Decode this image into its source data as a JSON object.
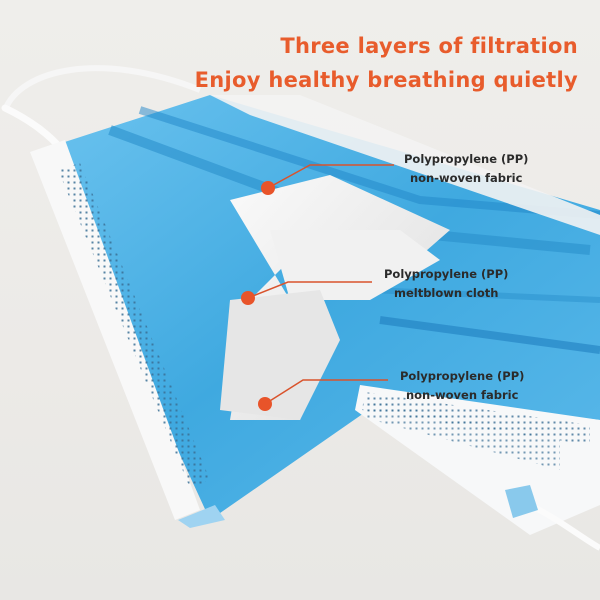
{
  "headline": {
    "line1": "Three layers of filtration",
    "line2": "Enjoy healthy breathing quietly"
  },
  "callouts": [
    {
      "title": "Polypropylene (PP)",
      "subtitle": "non-woven fabric"
    },
    {
      "title": "Polypropylene (PP)",
      "subtitle": "meltblown cloth"
    },
    {
      "title": "Polypropylene (PP)",
      "subtitle": "non-woven fabric"
    }
  ],
  "colors": {
    "accent": "#e85c2c",
    "mask_blue": "#4fb3e6",
    "mask_white": "#f6f7f8",
    "background": "#ecebe8"
  }
}
